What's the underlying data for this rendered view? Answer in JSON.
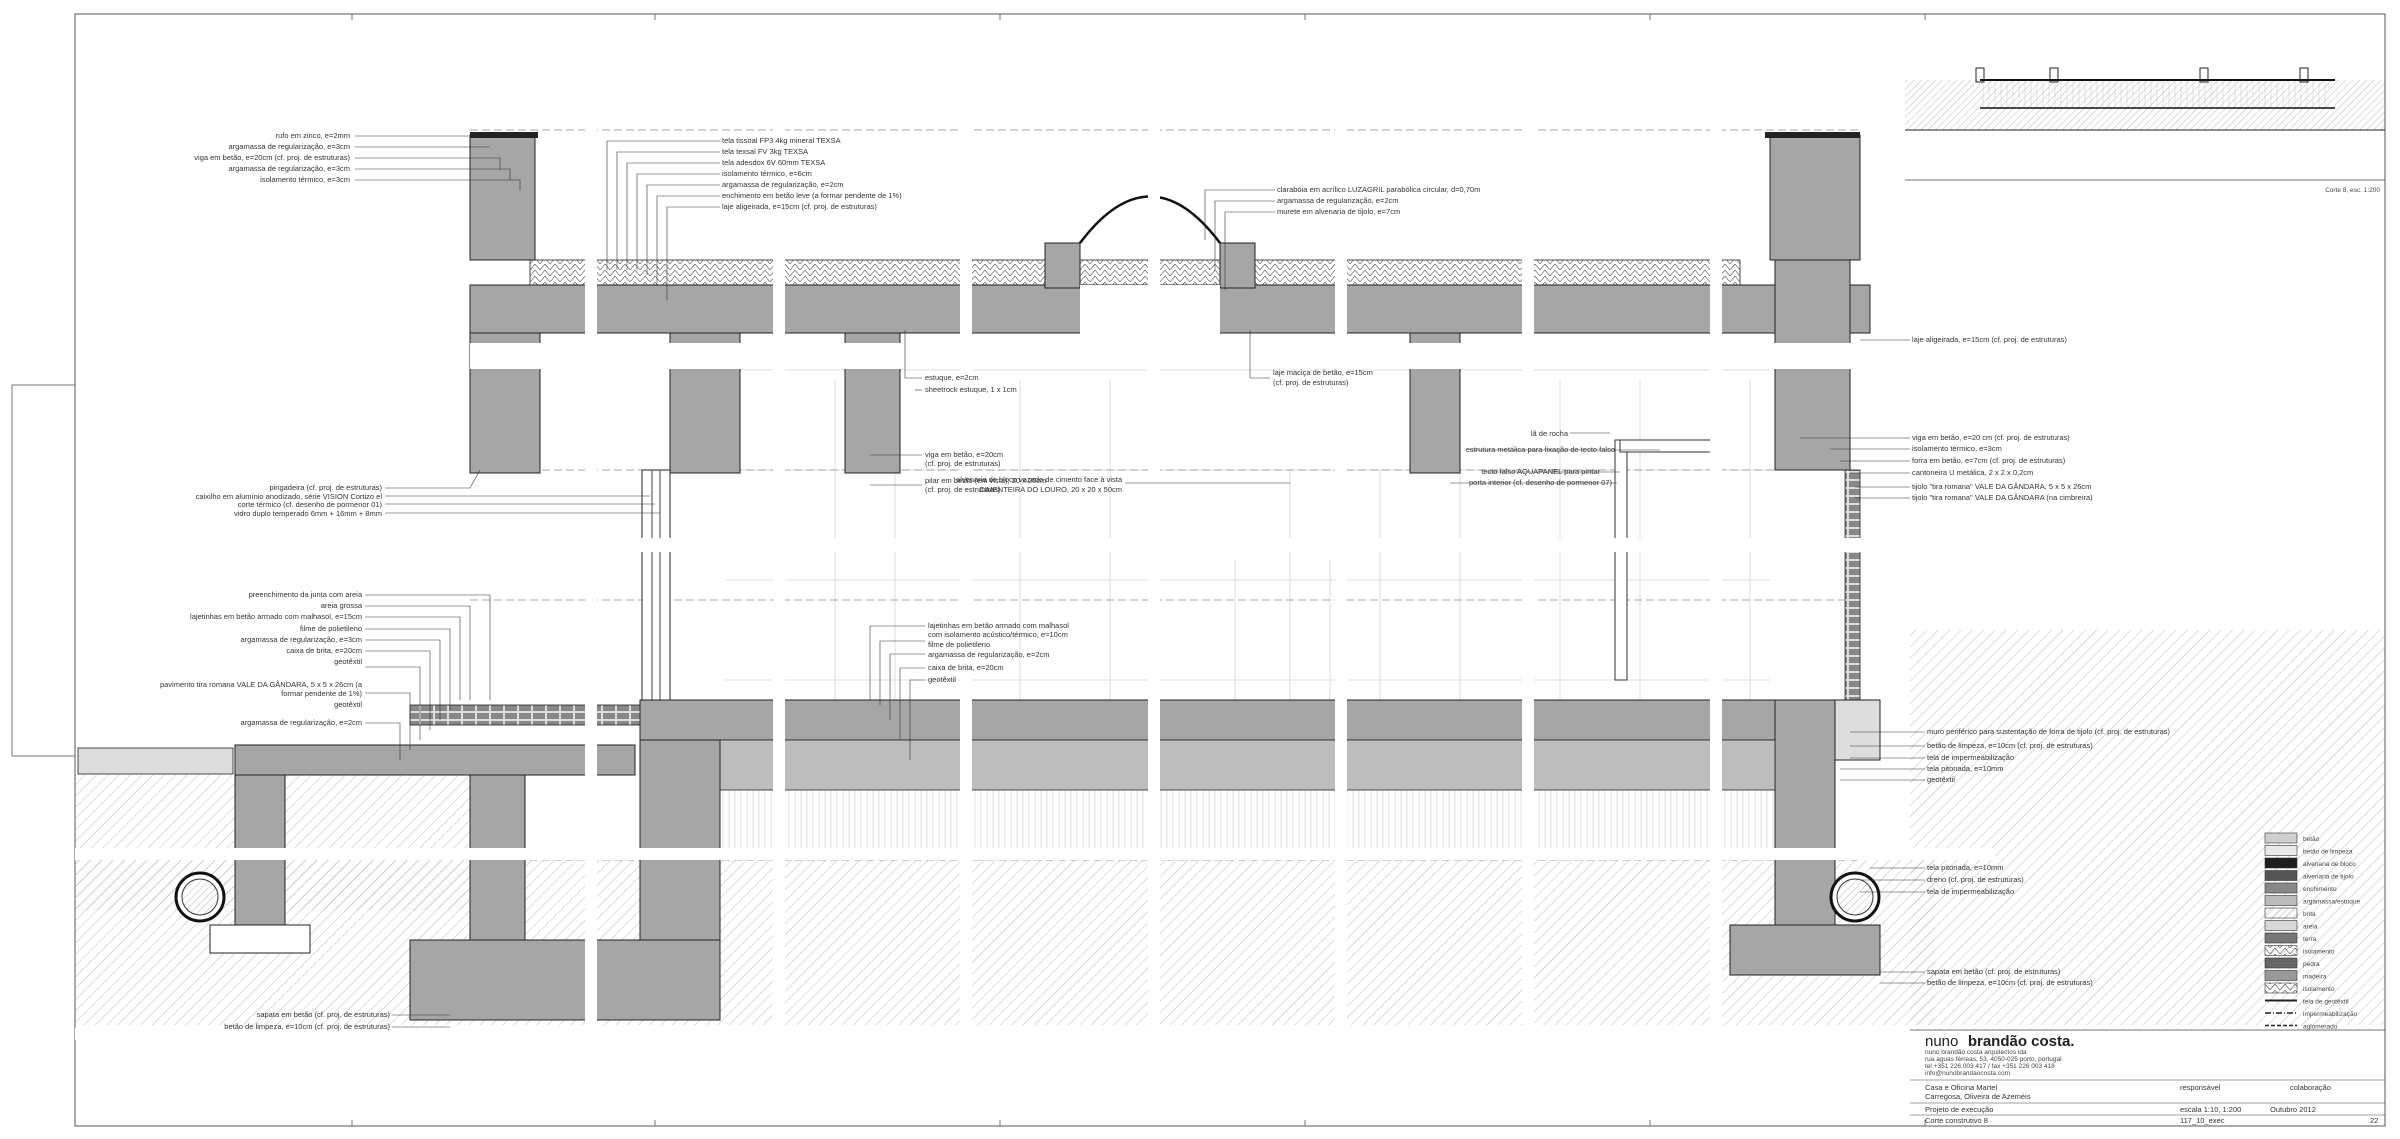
{
  "drawing": {
    "sheet_title": "Corte construtivo 8",
    "section_caption": "Corte 8, esc. 1:200"
  },
  "callouts_left_roof": [
    "rufo em zinco, e=2mm",
    "argamassa de regularização, e=3cm",
    "viga em betão, e=20cm (cf. proj. de estruturas)",
    "argamassa de regularização, e=3cm",
    "isolamento térmico, e=3cm"
  ],
  "callouts_roof_top": [
    "tela tissoal FP3 4kg mineral TEXSA",
    "tela texsal FV 3kg TEXSA",
    "tela adesdox 6V 60mm TEXSA",
    "isolamento térmico, e=6cm",
    "argamassa de regularização, e=2cm",
    "enchimento em betão leve (a formar pendente de 1%)",
    "laje aligeirada, e=15cm (cf. proj. de estruturas)"
  ],
  "callouts_skylight": [
    "clarabóia em acrílico LUZAGRIL parabólica circular, d=0,70m",
    "argamassa de regularização, e=2cm",
    "murete em alvenaria de tijolo, e=7cm"
  ],
  "callouts_mid_upper": [
    "estuque, e=2cm",
    "sheetrock estuque, 1 x 1cm",
    "laje maciça de betão, e=15cm",
    "(cf. proj. de estruturas)",
    "viga em betão, e=20cm",
    "(cf. proj. de estruturas)",
    "pilar em betão (em vista), 20 x 20cm",
    "(cf. proj. de estruturas)",
    "alvenaria de bloco vazado de cimento face à vista",
    "CIMENTEIRA DO LOURO, 20 x 20 x 50cm"
  ],
  "callouts_left_window": [
    "pingadeira (cf. proj. de estruturas)",
    "caixilho em alumínio anodizado, série VISION Cortizo el",
    "corte térmico (cf. desenho de pormenor 01)",
    "vidro duplo temperado 6mm + 16mm + 8mm"
  ],
  "callouts_right_mid": [
    "lã de rocha",
    "estrutura metálica para fixação de tecto falso",
    "tecto falso AQUAPANEL para pintar",
    "porta interior (cf. desenho de pormenor 07)"
  ],
  "callouts_right_wall": [
    "laje aligeirada, e=15cm (cf. proj. de estruturas)",
    "viga em betão, e=20 cm (cf. proj. de estruturas)",
    "isolamento térmico, e=3cm",
    "forra em betão, e=7cm (cf. proj. de estruturas)",
    "cantoneira U metálica, 2 x 2 x 0,2cm",
    "tijolo \"tira romana\" VALE DA GÂNDARA, 5 x 5 x 26cm",
    "tijolo \"tira romana\" VALE DA GÂNDARA (na cimbreira)"
  ],
  "callouts_left_ground": [
    "preenchimento da junta com areia",
    "areia grossa",
    "lajetinhas em betão armado com malhasol, e=15cm",
    "filme de polietileno",
    "argamassa de regularização, e=3cm",
    "caixa de brita, e=20cm",
    "geotêxtil",
    "pavimento tira romana VALE DA GÂNDARA, 5 x 5 x 26cm (a",
    "formar pendente de 1%)",
    "geotêxtil",
    "argamassa de regularização, e=2cm"
  ],
  "callouts_floor_mid": [
    "lajetinhas em betão armado com malhasol",
    "com isolamento acústico/térmico, e=10cm",
    "filme de polietileno",
    "argamassa de regularização, e=2cm",
    "caixa de brita, e=20cm",
    "geotêxtil"
  ],
  "callouts_right_ground": [
    "muro periférico para sustentação de forra de tijolo (cf. proj. de estruturas)",
    "betão de limpeza, e=10cm (cf. proj. de estruturas)",
    "tela de impermeabilização",
    "tela pitonada, e=10mm",
    "geotêxtil",
    "tela pitonada, e=10mm",
    "dreno (cf. proj. de estruturas)",
    "tela de impermeabilização",
    "sapata em betão (cf. proj. de estruturas)",
    "betão de limpeza, e=10cm (cf. proj. de estruturas)"
  ],
  "callouts_bottom_left": [
    "sapata em betão (cf. proj. de estruturas)",
    "betão de limpeza, e=10cm (cf. proj. de estruturas)"
  ],
  "legend": [
    "betão",
    "betão de limpeza",
    "alvenaria de bloco",
    "alvenaria de tijolo",
    "enchimento",
    "argamassa/estuque",
    "brita",
    "areia",
    "terra",
    "isolamento",
    "pedra",
    "madeira",
    "isolamento",
    "tela de geotêxtil",
    "impermeabilização",
    "aglomerado"
  ],
  "title_block": {
    "brand_light": "nuno",
    "brand_bold": "brandão costa.",
    "office_lines": [
      "nuno brandão costa arquitectos lda",
      "rua aguas férreas, 53, 4050-025 porto, portugal",
      "tel +351 226 003 417 / fax +351 226 003 418",
      "info@nunobrandaocosta.com"
    ],
    "project_name": "Casa e Oficina Martel",
    "location": "Carregosa, Oliveira de Azeméis",
    "responsible_label": "responsável",
    "collaboration_label": "colaboração",
    "phase": "Projeto de execução",
    "scale": "escala 1:10, 1:200",
    "date": "Outubro 2012",
    "sheet_name": "Corte construtivo 8",
    "file_code": "117_10_exec",
    "sheet_number": "22"
  },
  "colors": {
    "concrete": "#a6a6a6",
    "dark_fill": "#3a3a3a",
    "line": "#222222",
    "hatch": "#9a9a9a"
  }
}
